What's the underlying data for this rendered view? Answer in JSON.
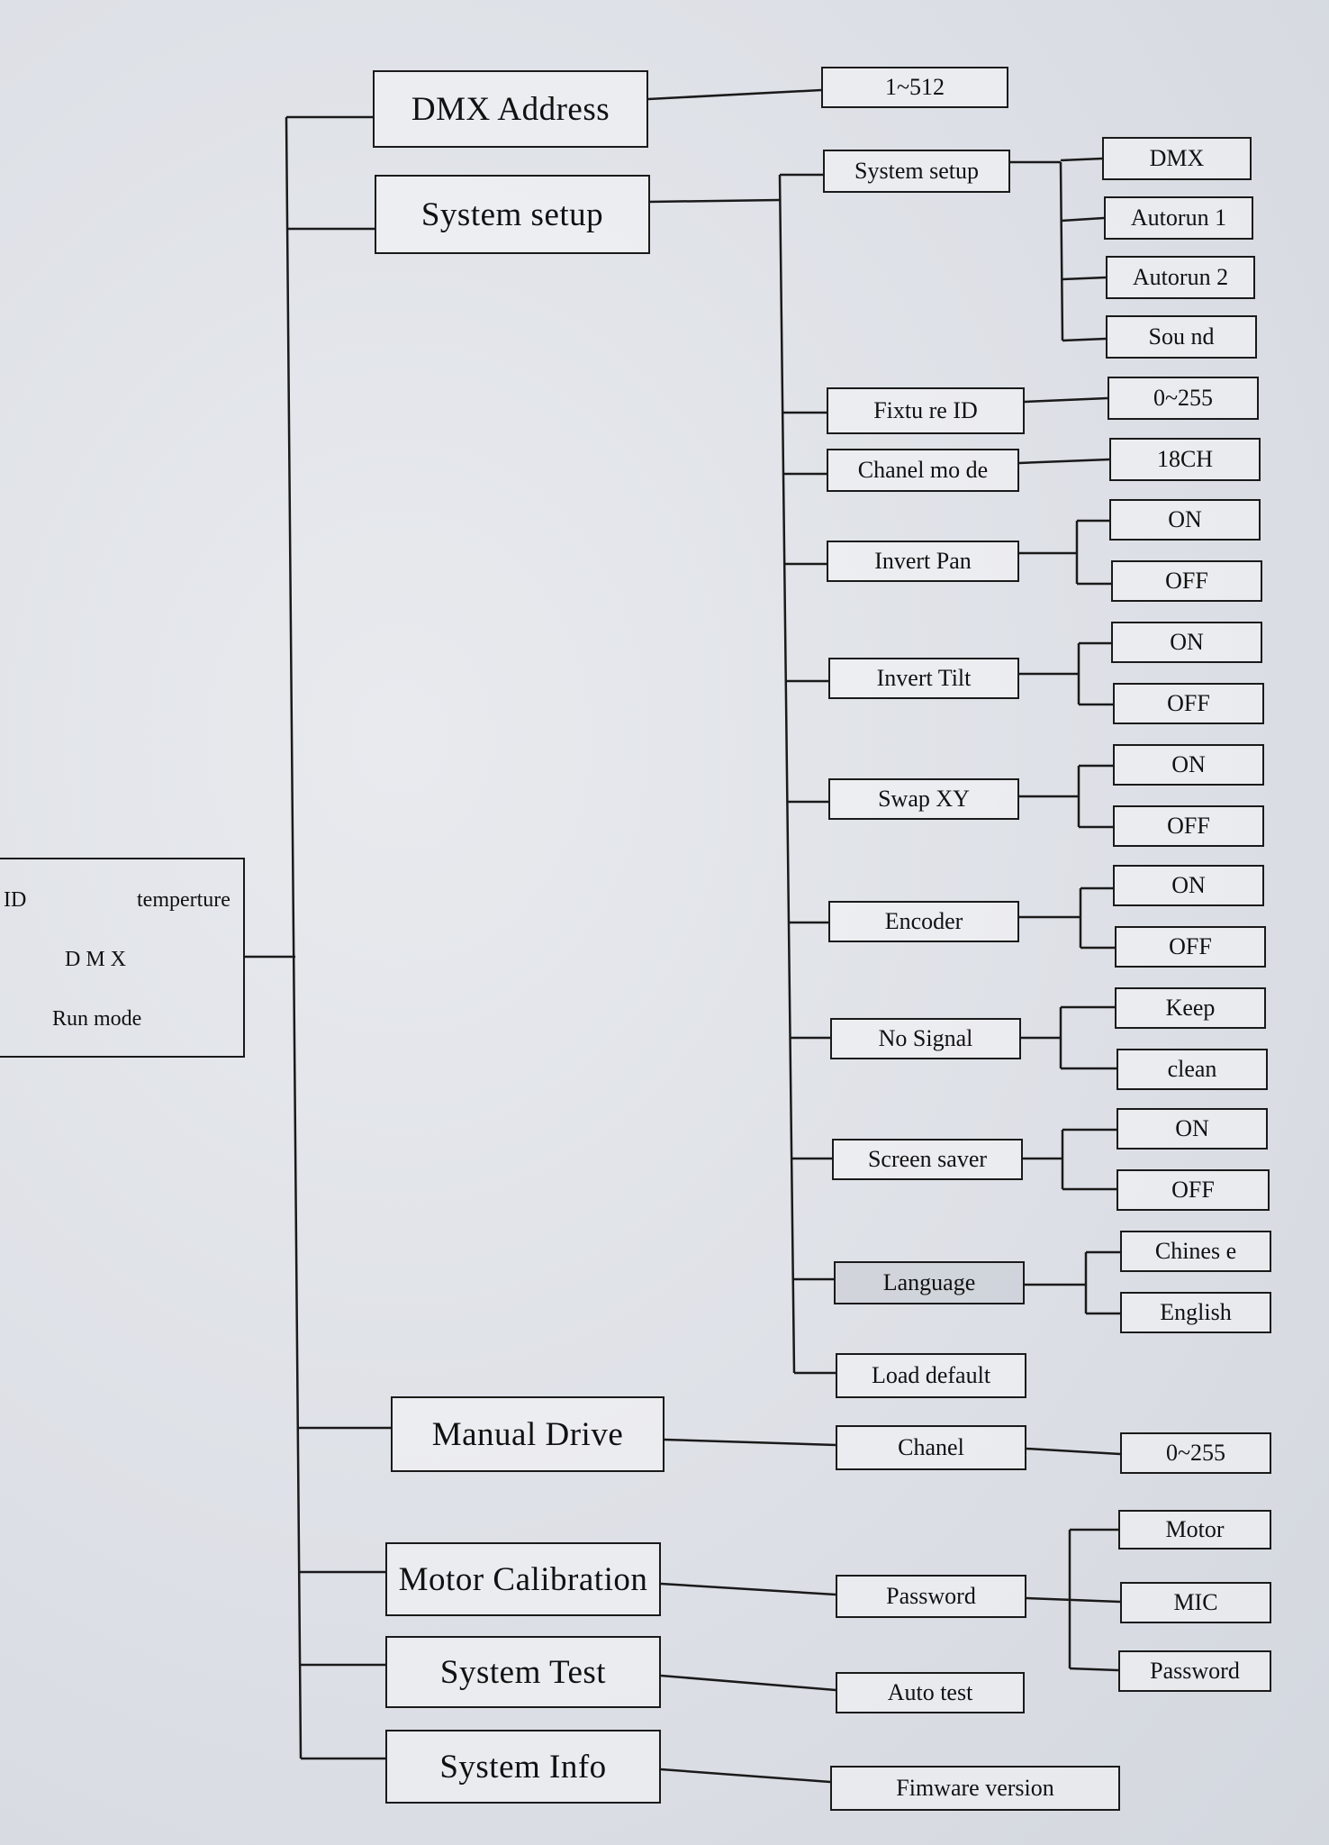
{
  "status_box": {
    "id_label": "ID",
    "temp_label": "temperture",
    "dmx_label": "D M X",
    "run_label": "Run mode"
  },
  "menu": {
    "dmx_address": {
      "label": "DMX Address",
      "value": "1~512"
    },
    "system_setup": {
      "label": "System setup",
      "run_mode": {
        "label": "System setup",
        "options": [
          "DMX",
          "Autorun 1",
          "Autorun 2",
          "Sou nd"
        ]
      },
      "fixture_id": {
        "label": "Fixtu re ID",
        "value": "0~255"
      },
      "channel_mode": {
        "label": "Chanel mo de",
        "value": "18CH"
      },
      "invert_pan": {
        "label": "Invert Pan",
        "options": [
          "ON",
          "OFF"
        ]
      },
      "invert_tilt": {
        "label": "Invert Tilt",
        "options": [
          "ON",
          "OFF"
        ]
      },
      "swap_xy": {
        "label": "Swap XY",
        "options": [
          "ON",
          "OFF"
        ]
      },
      "encoder": {
        "label": "Encoder",
        "options": [
          "ON",
          "OFF"
        ]
      },
      "no_signal": {
        "label": "No Signal",
        "options": [
          "Keep",
          "clean"
        ]
      },
      "screen_saver": {
        "label": "Screen saver",
        "options": [
          "ON",
          "OFF"
        ]
      },
      "language": {
        "label": "Language",
        "options": [
          "Chines e",
          "English"
        ]
      },
      "load_default": {
        "label": "Load default"
      }
    },
    "manual_drive": {
      "label": "Manual Drive",
      "channel": "Chanel",
      "value": "0~255"
    },
    "motor_calibration": {
      "label": "Motor Calibration",
      "password": "Password",
      "options": [
        "Motor",
        "MIC",
        "Password"
      ]
    },
    "system_test": {
      "label": "System Test",
      "child": "Auto test"
    },
    "system_info": {
      "label": "System Info",
      "child": "Fimware version"
    }
  }
}
